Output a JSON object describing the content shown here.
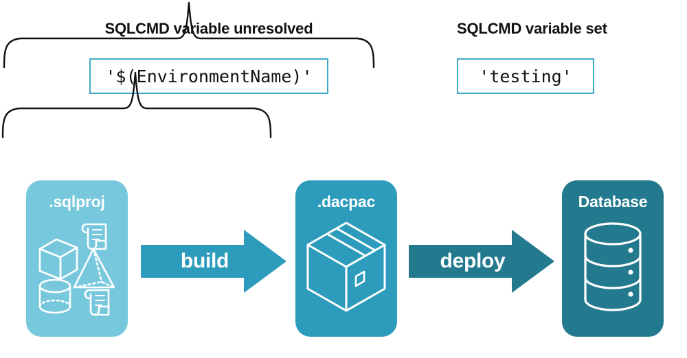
{
  "diagram": {
    "title_left": "SQLCMD variable unresolved",
    "title_right": "SQLCMD variable set",
    "value_left": "'$(EnvironmentName)'",
    "value_right": "'testing'",
    "stages": [
      {
        "id": "sqlproj",
        "label": ".sqlproj",
        "fill": "#77C8DD",
        "art": "shapes-and-scripts-icon"
      },
      {
        "id": "dacpac",
        "label": ".dacpac",
        "fill": "#2D9CBC",
        "art": "package-box-icon"
      },
      {
        "id": "database",
        "label": "Database",
        "fill": "#23798D",
        "art": "database-cylinder-icon"
      }
    ],
    "arrows": [
      {
        "id": "build",
        "label": "build",
        "fill": "#2D9CBC"
      },
      {
        "id": "deploy",
        "label": "deploy",
        "fill": "#23798D"
      }
    ],
    "braces": [
      {
        "id": "brace-left",
        "spans": "sqlproj-to-dacpac",
        "peak_label_ref": "value_left"
      },
      {
        "id": "brace-right",
        "spans": "dacpac-to-database",
        "peak_label_ref": "value_right"
      }
    ],
    "colors": {
      "box_border": "#3FA9C9",
      "brace_stroke": "#111111",
      "light_teal": "#77C8DD",
      "mid_teal": "#2D9CBC",
      "dark_teal": "#23798D",
      "text_dark": "#111111",
      "text_light": "#ffffff",
      "background": "#ffffff"
    }
  }
}
